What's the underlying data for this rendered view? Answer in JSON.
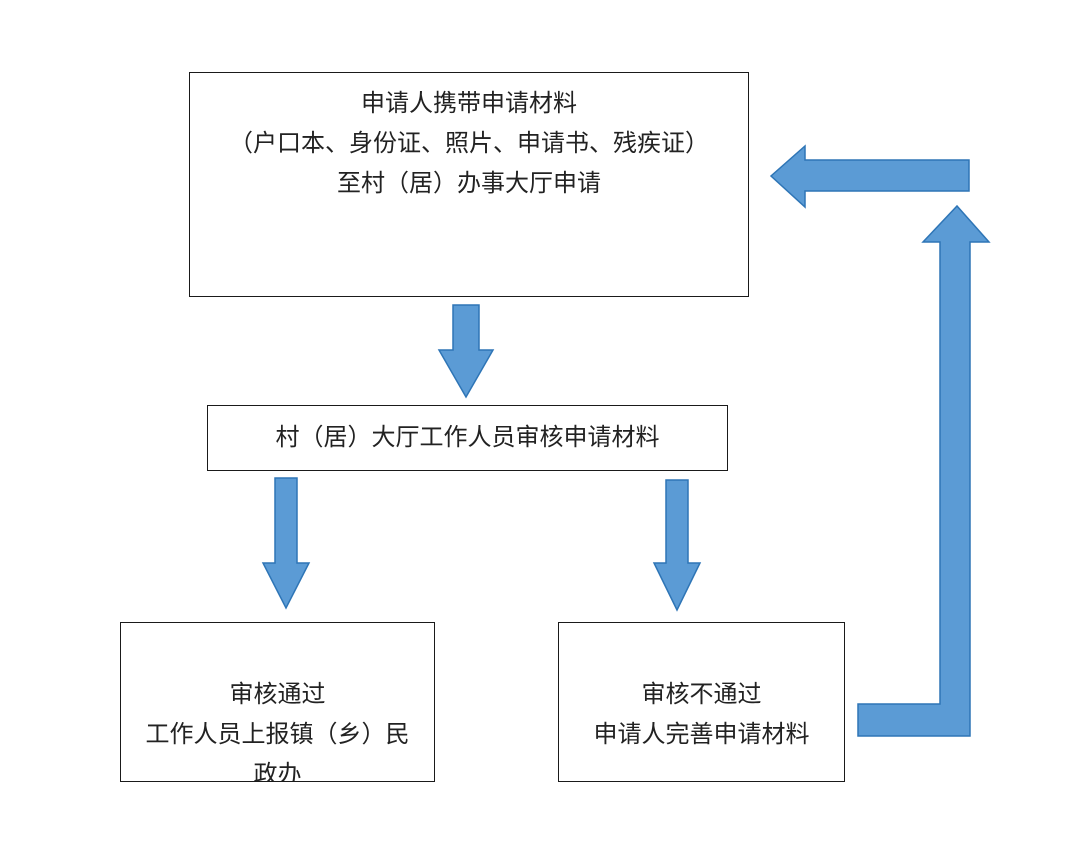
{
  "colors": {
    "arrow_fill": "#5b9bd5",
    "arrow_stroke": "#2e75b6",
    "box_border": "#1a1a1a",
    "text": "#222222"
  },
  "steps": {
    "apply": {
      "line1": "申请人携带申请材料",
      "line2": "（户口本、身份证、照片、申请书、残疾证）",
      "line3": "至村（居）办事大厅申请"
    },
    "review": {
      "line1": "村（居）大厅工作人员审核申请材料"
    },
    "pass": {
      "line1": "审核通过",
      "line2": "工作人员上报镇（乡）民",
      "line3": "政办"
    },
    "fail": {
      "line1": "审核不通过",
      "line2": "申请人完善申请材料"
    }
  }
}
